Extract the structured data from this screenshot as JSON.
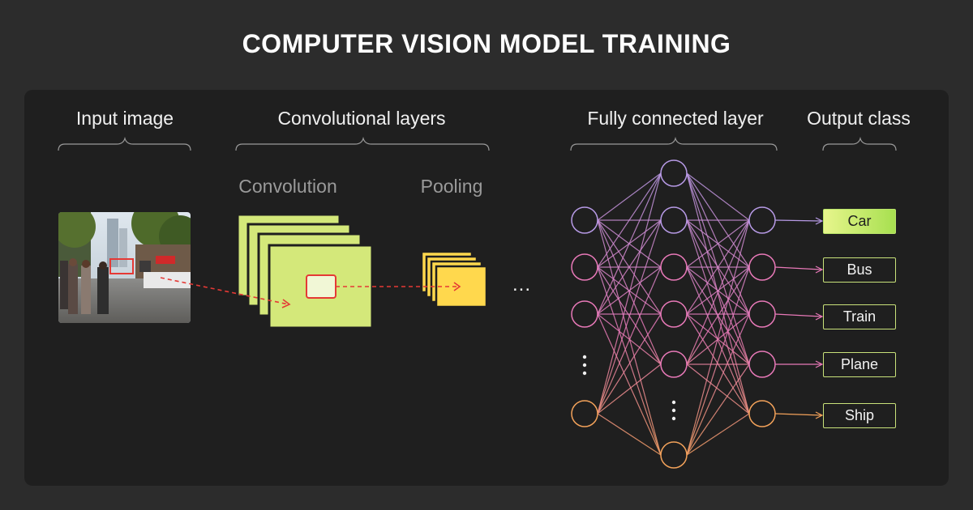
{
  "title": "COMPUTER VISION MODEL TRAINING",
  "sections": {
    "input": "Input image",
    "conv": "Convolutional layers",
    "fc": "Fully connected layer",
    "output": "Output class"
  },
  "sublabels": {
    "convolution": "Convolution",
    "pooling": "Pooling"
  },
  "ellipsis": "...",
  "classes": [
    "Car",
    "Bus",
    "Train",
    "Plane",
    "Ship"
  ],
  "active_class": "Car",
  "colors": {
    "background": "#2c2c2c",
    "panel": "#1f1f1f",
    "conv_fill": "#d4e87a",
    "pool_fill": "#ffd84d",
    "highlight": "#e53935",
    "node_top": "#b79ae6",
    "node_mid": "#e879b8",
    "node_bottom": "#f3a25a"
  },
  "network": {
    "input_nodes_visible": 4,
    "hidden_nodes_visible": 6,
    "output_nodes_visible": 5
  }
}
